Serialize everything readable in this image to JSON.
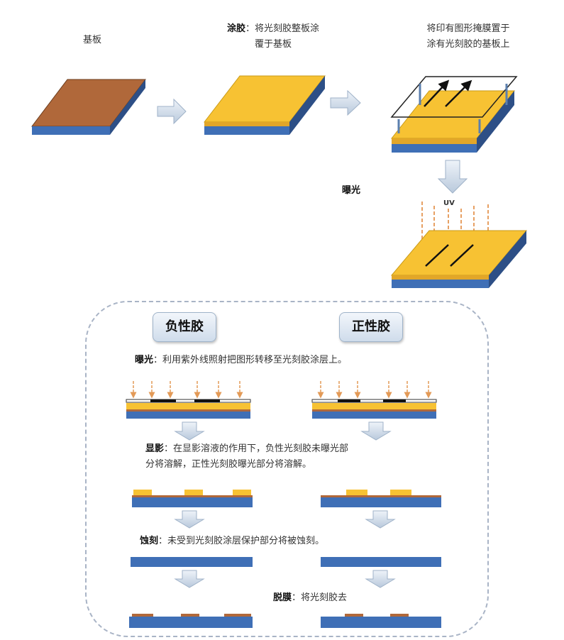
{
  "top": {
    "substrate_label": "基板",
    "coating_title": "涂胶",
    "coating_text_line1": "：将光刻胶整板涂",
    "coating_text_line2": "覆于基板",
    "mask_text_line1": "将印有图形掩膜置于",
    "mask_text_line2": "涂有光刻胶的基板上",
    "exposure_label": "曝光",
    "uv_label": "UV"
  },
  "panel": {
    "negative_button": "负性胶",
    "positive_button": "正性胶",
    "exposure_title": "曝光",
    "exposure_text": "：利用紫外线照射把图形转移至光刻胶涂层上。",
    "develop_title": "显影",
    "develop_text_line1": "：在显影溶液的作用下，负性光刻胶未曝光部",
    "develop_text_line2": "分将溶解，正性光刻胶曝光部分将溶解。",
    "etch_title": "蚀刻",
    "etch_text": "：未受到光刻胶涂层保护部分将被蚀刻。",
    "strip_title": "脱膜",
    "strip_text": "：将光刻胶去"
  },
  "colors": {
    "substrate_brown": "#b0683a",
    "photoresist_yellow": "#f7c233",
    "base_blue": "#3f6fb6",
    "uv_arrow_orange": "#e7a063",
    "arrow_fill": "#d9e3ef"
  }
}
